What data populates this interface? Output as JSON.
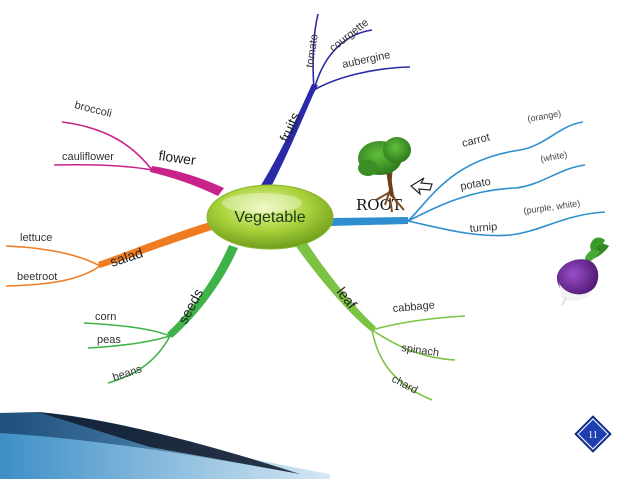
{
  "center": {
    "label": "Vegetable"
  },
  "branches": {
    "fruits": {
      "label": "fruits",
      "items": [
        "tomato",
        "courgette",
        "aubergine"
      ]
    },
    "root": {
      "label": "ROOT",
      "items": [
        {
          "name": "carrot",
          "note": "(orange)"
        },
        {
          "name": "potato",
          "note": "(white)"
        },
        {
          "name": "turnip",
          "note": "(purple, white)"
        }
      ]
    },
    "leaf": {
      "label": "leaf",
      "items": [
        "cabbage",
        "spinach",
        "chard"
      ]
    },
    "seeds": {
      "label": "seeds",
      "items": [
        "corn",
        "peas",
        "beans"
      ]
    },
    "salad": {
      "label": "salad",
      "items": [
        "lettuce",
        "beetroot"
      ]
    },
    "flower": {
      "label": "flower",
      "items": [
        "broccoli",
        "cauliflower"
      ]
    }
  },
  "slide_number": "11",
  "colors": {
    "fruits": "#2a2aa8",
    "root": "#2f8fce",
    "leaf": "#7cc243",
    "seeds": "#3fb34a",
    "salad": "#f07c22",
    "flower": "#c8238a",
    "center": "#9ccc3a",
    "badge": "#1f3fb0"
  }
}
